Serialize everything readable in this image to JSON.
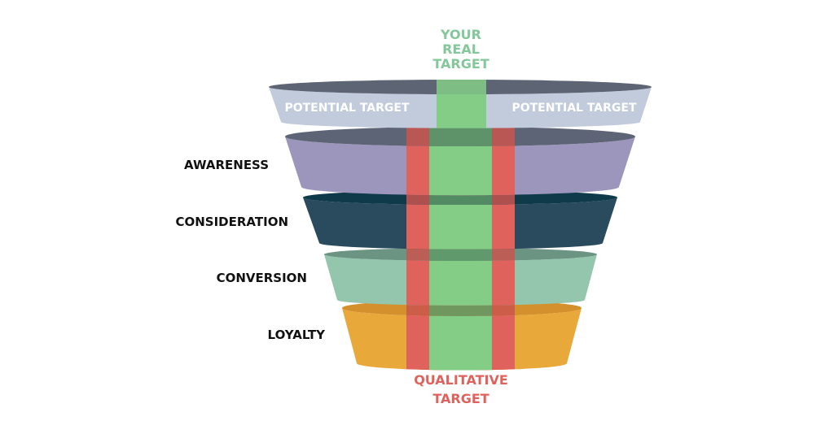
{
  "colors": {
    "background": "#ffffff",
    "real_target": "#84cd86",
    "qualitative_target": "#e0625d",
    "stage_label": "#111111",
    "potential_label": "#ffffff",
    "real_target_label": "#84c79a",
    "qualitative_label": "#e0625d"
  },
  "top_label": {
    "line1": "YOUR",
    "line2": "REAL",
    "line3": "TARGET"
  },
  "potential_target": {
    "left_label": "POTENTIAL TARGET",
    "right_label": "POTENTIAL TARGET",
    "body_color": "#c1cbdc",
    "top_color": "#5d6474"
  },
  "stages": [
    {
      "label": "AWARENESS",
      "body_color": "#9c96bc",
      "top_color": "#5d6476"
    },
    {
      "label": "CONSIDERATION",
      "body_color": "#2a4a5e",
      "top_color": "#0e3a4a"
    },
    {
      "label": "CONVERSION",
      "body_color": "#93c6ad",
      "top_color": "#6b9483"
    },
    {
      "label": "LOYALTY",
      "body_color": "#e8a93a",
      "top_color": "#d4902c"
    }
  ],
  "bottom_label": {
    "line1": "QUALITATIVE",
    "line2": "TARGET"
  }
}
